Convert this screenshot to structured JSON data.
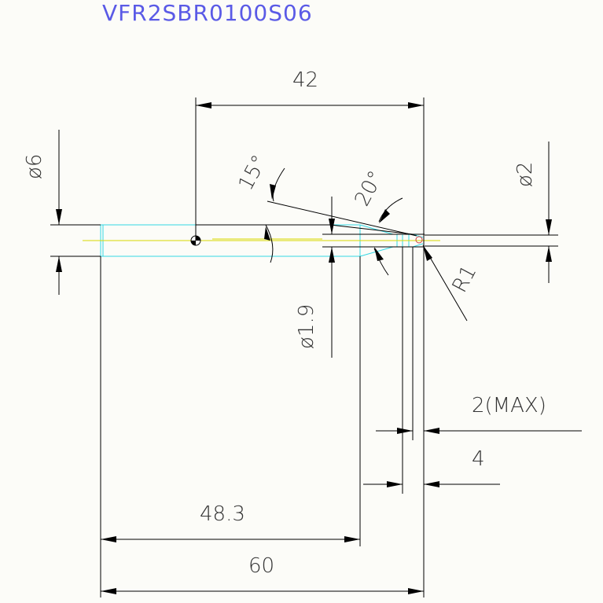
{
  "drawing": {
    "part_number": "VFR2SBR0100S06",
    "dimensions": {
      "overall_length": "60",
      "body_length": "48.3",
      "reach_length": "42",
      "flute_length_max": "2(MAX)",
      "neck_length": "4",
      "shank_diameter": "ø6",
      "neck_diameter": "ø1.9",
      "tip_diameter": "ø2",
      "taper_angle": "15°",
      "tip_angle": "20°",
      "corner_radius": "R1"
    },
    "colors": {
      "outline": "#000000",
      "centerline": "#d8d800",
      "tool_body": "#35d7e3",
      "title": "#5a5ae6"
    }
  }
}
